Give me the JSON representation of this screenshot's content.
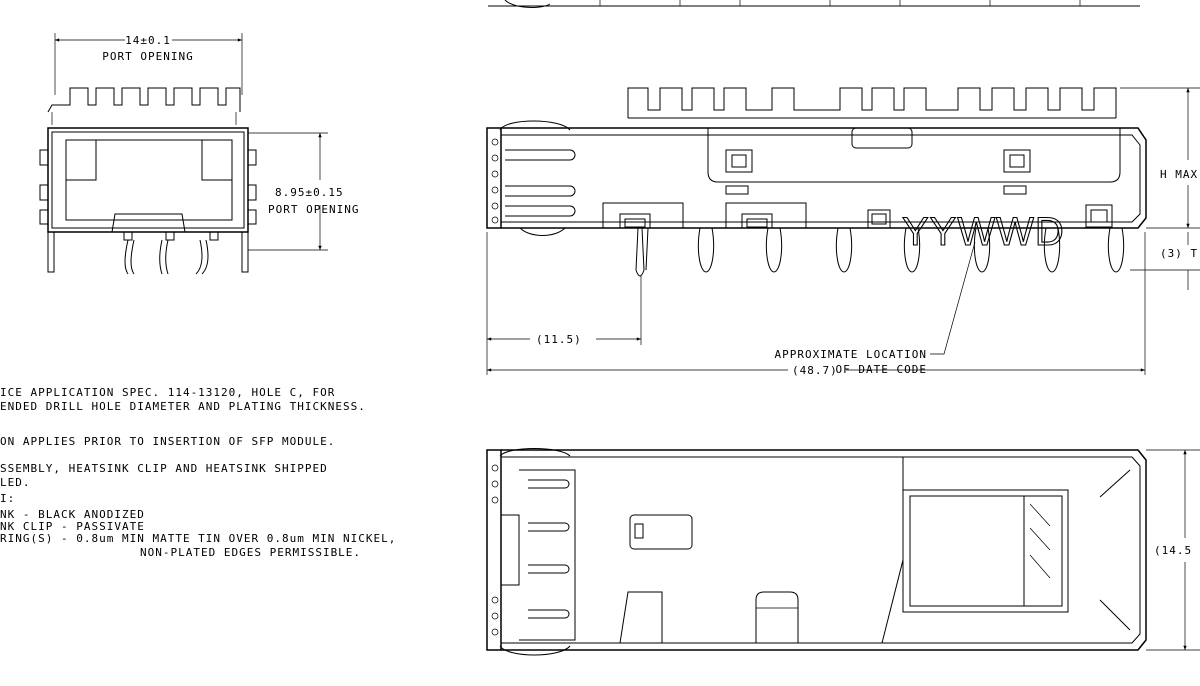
{
  "front_view": {
    "width_dim": "14±0.1",
    "width_label": "PORT OPENING",
    "height_dim": "8.95±0.15",
    "height_label": "PORT OPENING"
  },
  "side_view": {
    "h_max": "H MAX",
    "dim_3": "(3) T",
    "dim_11_5": "(11.5)",
    "dim_48_7": "(48.7)",
    "date_code": "YYWWD",
    "date_note_line1": "APPROXIMATE LOCATION",
    "date_note_line2": "OF DATE CODE"
  },
  "bottom_view": {
    "dim_14_5": "(14.5"
  },
  "notes": [
    "ICE APPLICATION SPEC. 114-13120, HOLE C, FOR",
    "ENDED DRILL HOLE DIAMETER AND PLATING THICKNESS.",
    "ON APPLIES PRIOR TO INSERTION OF SFP MODULE.",
    "SSEMBLY, HEATSINK CLIP AND HEATSINK SHIPPED",
    "LED.",
    "I:",
    "NK - BLACK ANODIZED",
    "NK CLIP - PASSIVATE",
    "RING(S) - 0.8um MIN MATTE TIN OVER 0.8um MIN NICKEL,",
    "NON-PLATED EDGES PERMISSIBLE."
  ]
}
